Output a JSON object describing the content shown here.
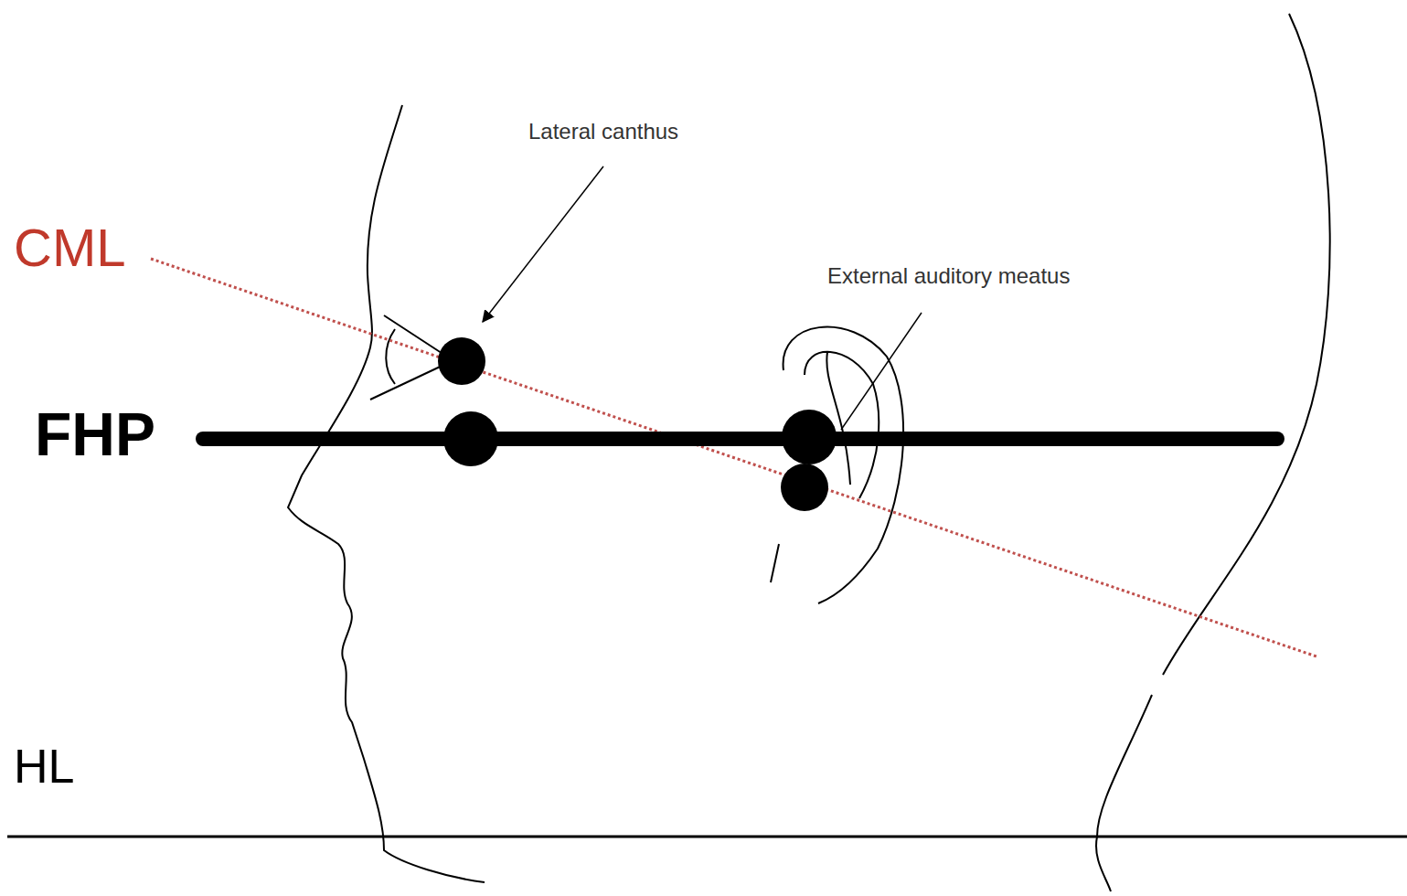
{
  "diagram": {
    "labels": [
      "CML",
      "Lateral canthus",
      "External auditory meatus",
      "FHP",
      "HL"
    ]
  }
}
